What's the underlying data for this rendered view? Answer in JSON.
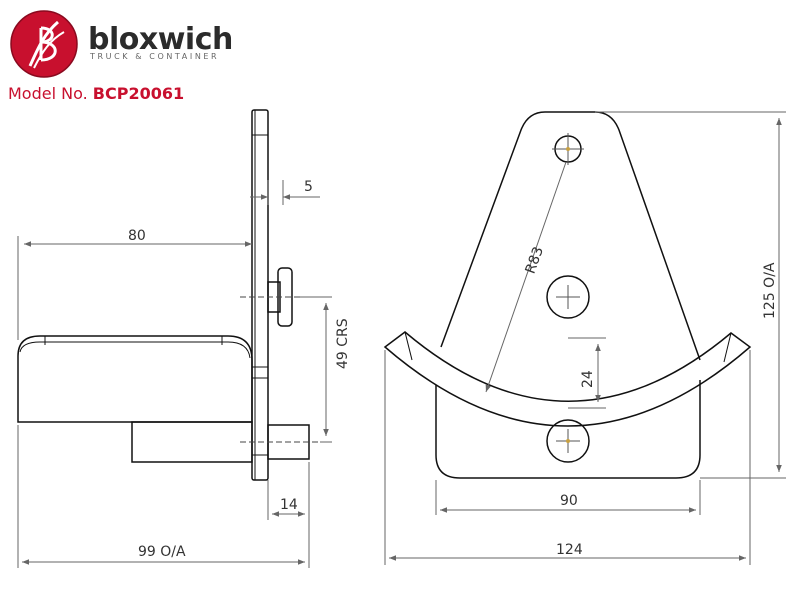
{
  "brand": {
    "name": "bloxwich",
    "tagline": "TRUCK & CONTAINER",
    "logo_color": "#c8102e"
  },
  "model": {
    "label": "Model No.",
    "number": "BCP20061"
  },
  "dimensions": {
    "side_plate_thickness": "5",
    "arm_length": "80",
    "mount_spacing": "49 CRS",
    "bolt_projection": "14",
    "overall_depth": "99 O/A",
    "radius": "R83",
    "hole_offset": "24",
    "base_width": "90",
    "overall_width": "124",
    "overall_height": "125 O/A"
  }
}
